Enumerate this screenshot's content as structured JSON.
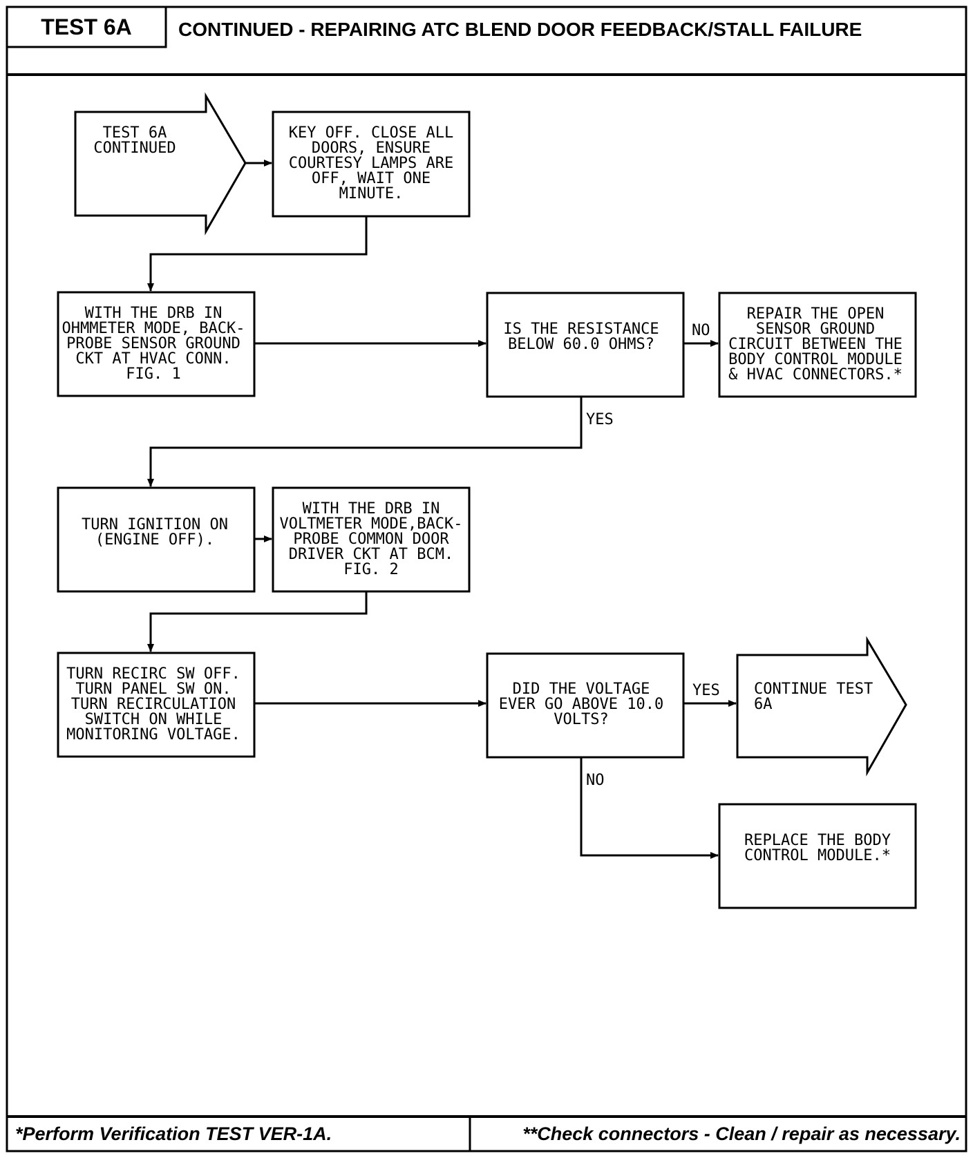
{
  "header": {
    "test_label": "TEST 6A",
    "title": "CONTINUED - REPAIRING ATC BLEND DOOR FEEDBACK/STALL FAILURE"
  },
  "flow": {
    "start": [
      "TEST 6A",
      "CONTINUED"
    ],
    "step_key_off": [
      "KEY OFF. CLOSE ALL",
      "DOORS, ENSURE",
      "COURTESY LAMPS ARE",
      "OFF, WAIT ONE",
      "MINUTE."
    ],
    "step_ohmmeter": [
      "WITH THE DRB IN",
      "OHMMETER MODE, BACK-",
      "PROBE SENSOR GROUND",
      "CKT AT HVAC CONN.",
      "FIG. 1"
    ],
    "decision_resistance": [
      "IS THE RESISTANCE",
      "BELOW 60.0 OHMS?"
    ],
    "repair_open": [
      "REPAIR THE OPEN",
      "SENSOR GROUND",
      "CIRCUIT BETWEEN THE",
      "BODY CONTROL MODULE",
      "& HVAC CONNECTORS.*"
    ],
    "step_ignition": [
      "TURN IGNITION ON",
      "(ENGINE OFF)."
    ],
    "step_voltmeter": [
      "WITH THE DRB IN",
      "VOLTMETER MODE,BACK-",
      "PROBE COMMON DOOR",
      "DRIVER CKT AT BCM.",
      "FIG. 2"
    ],
    "step_recirc": [
      "TURN RECIRC SW OFF.",
      "TURN PANEL SW ON.",
      "TURN RECIRCULATION",
      "SWITCH ON WHILE",
      "MONITORING VOLTAGE."
    ],
    "decision_voltage": [
      "DID THE VOLTAGE",
      "EVER GO ABOVE 10.0",
      "VOLTS?"
    ],
    "continue": [
      "CONTINUE TEST",
      "6A"
    ],
    "replace_bcm": [
      "REPLACE THE BODY",
      "CONTROL MODULE.*"
    ],
    "labels": {
      "no_resistance": "NO",
      "yes_resistance": "YES",
      "yes_voltage": "YES",
      "no_voltage": "NO"
    }
  },
  "footer": {
    "left": "*Perform Verification TEST VER-1A.",
    "right": "**Check connectors - Clean / repair as necessary."
  }
}
